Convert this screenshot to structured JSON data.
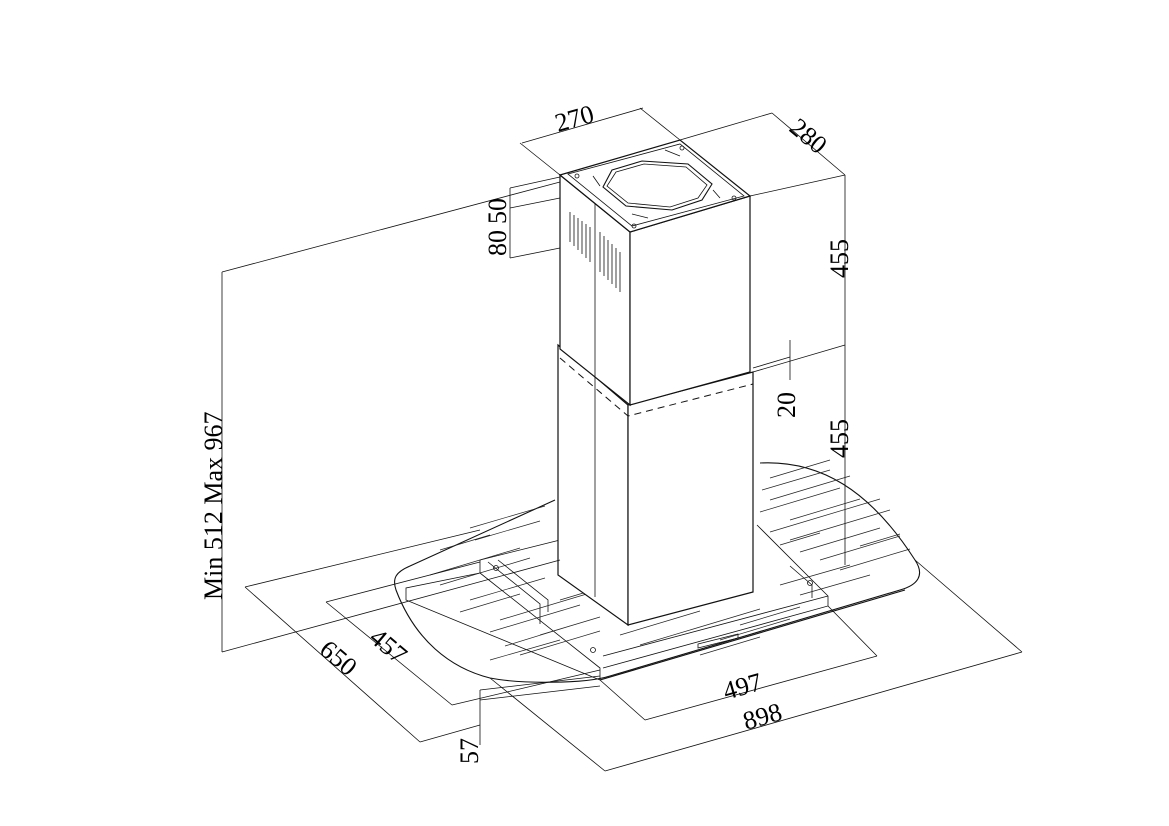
{
  "dimensions": {
    "top_width": "270",
    "top_depth": "280",
    "vent_a": "80",
    "vent_b": "50",
    "upper_height": "455",
    "overlap": "20",
    "lower_height": "455",
    "height_range": "Min 512  Max 967",
    "canopy_depth": "650",
    "inner_depth": "457",
    "inner_width": "497",
    "canopy_width": "898",
    "canopy_height": "57"
  }
}
